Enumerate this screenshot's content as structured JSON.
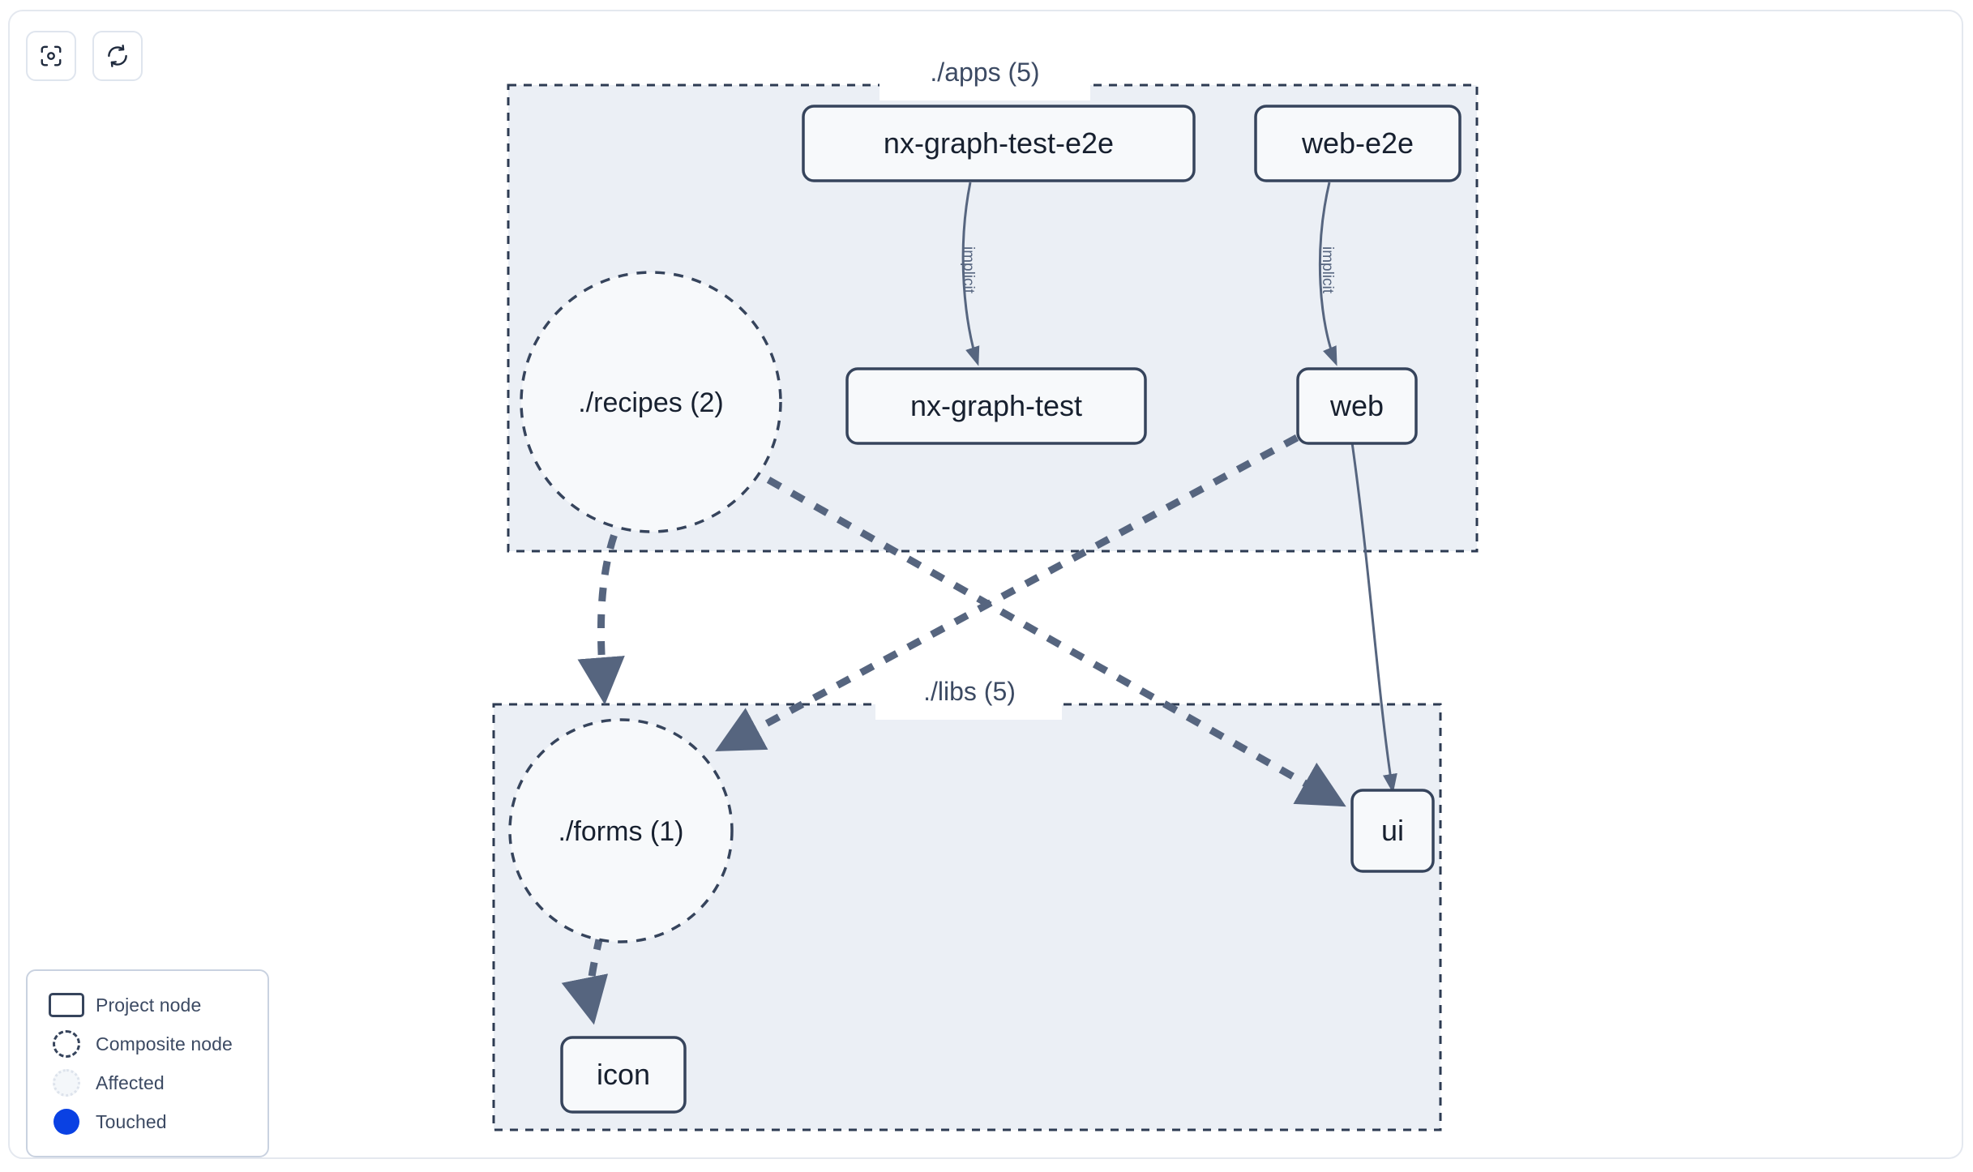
{
  "toolbar": {
    "buttons": [
      {
        "name": "focus-graph-button",
        "icon": "viewfinder-icon",
        "label": ""
      },
      {
        "name": "refresh-graph-button",
        "icon": "refresh-icon",
        "label": ""
      }
    ]
  },
  "legend": {
    "items": [
      {
        "swatch": "project-node-swatch",
        "label": "Project node"
      },
      {
        "swatch": "composite-node-swatch",
        "label": "Composite node"
      },
      {
        "swatch": "affected-swatch",
        "label": "Affected"
      },
      {
        "swatch": "touched-swatch",
        "label": "Touched"
      }
    ]
  },
  "graph": {
    "groups": [
      {
        "id": "apps",
        "label": "./apps (5)"
      },
      {
        "id": "libs",
        "label": "./libs (5)"
      }
    ],
    "nodes": [
      {
        "id": "nx-graph-test-e2e",
        "label": "nx-graph-test-e2e",
        "type": "project",
        "group": "apps"
      },
      {
        "id": "web-e2e",
        "label": "web-e2e",
        "type": "project",
        "group": "apps"
      },
      {
        "id": "nx-graph-test",
        "label": "nx-graph-test",
        "type": "project",
        "group": "apps"
      },
      {
        "id": "web",
        "label": "web",
        "type": "project",
        "group": "apps"
      },
      {
        "id": "recipes",
        "label": "./recipes (2)",
        "type": "composite",
        "group": "apps"
      },
      {
        "id": "forms",
        "label": "./forms (1)",
        "type": "composite",
        "group": "libs"
      },
      {
        "id": "ui",
        "label": "ui",
        "type": "project",
        "group": "libs"
      },
      {
        "id": "icon",
        "label": "icon",
        "type": "project",
        "group": "libs"
      }
    ],
    "edges": [
      {
        "from": "nx-graph-test-e2e",
        "to": "nx-graph-test",
        "label": "implicit",
        "style": "solid"
      },
      {
        "from": "web-e2e",
        "to": "web",
        "label": "implicit",
        "style": "solid"
      },
      {
        "from": "web",
        "to": "ui",
        "label": "",
        "style": "solid"
      },
      {
        "from": "recipes",
        "to": "forms",
        "label": "",
        "style": "dashed"
      },
      {
        "from": "recipes",
        "to": "ui",
        "label": "",
        "style": "dashed"
      },
      {
        "from": "web",
        "to": "forms",
        "label": "",
        "style": "dashed"
      },
      {
        "from": "forms",
        "to": "icon",
        "label": "",
        "style": "dashed"
      }
    ]
  },
  "colors": {
    "node_border": "#36445c",
    "node_fill": "#f7f9fb",
    "group_fill": "#ebeff5",
    "group_border": "#2d3b52",
    "edge": "#56657f",
    "touched": "#0a41e3",
    "canvas_border": "#e4e8ef",
    "text": "#17202f",
    "muted_text": "#3c4a63"
  }
}
